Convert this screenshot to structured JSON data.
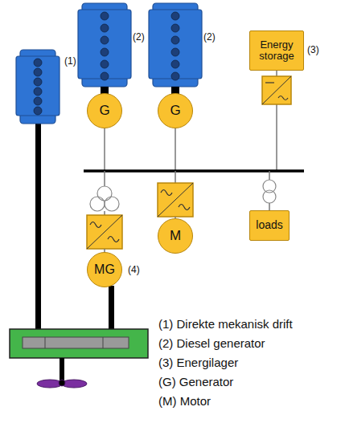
{
  "diagram": {
    "nodes": [
      {
        "text": [
          "Energy storage"
        ]
      },
      {
        "text": [
          "G"
        ]
      },
      {
        "text": [
          "G"
        ]
      },
      {
        "text": [
          "loads"
        ]
      },
      {
        "text": [
          "M"
        ]
      },
      {
        "text": [
          "MG"
        ]
      }
    ],
    "labels": [
      "(2)",
      "(2)",
      "(3)",
      "(1)",
      "(4)",
      "(1) Direkte mekanisk drift",
      "(2) Diesel generator",
      "(3) Energilager",
      "(G) Generator",
      "(M) Motor"
    ]
  }
}
